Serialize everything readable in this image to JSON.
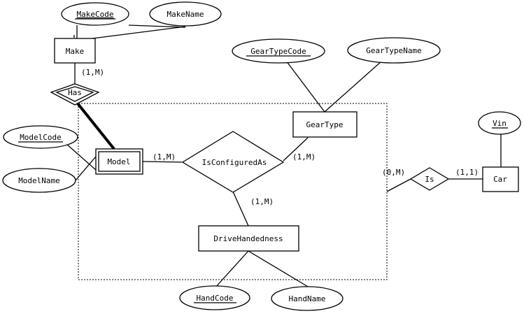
{
  "entities": {
    "make": "Make",
    "model": "Model",
    "gear_type": "GearType",
    "drive_handedness": "DriveHandedness",
    "car": "Car"
  },
  "relationships": {
    "has": "Has",
    "is_configured_as": "IsConfiguredAs",
    "is": "Is"
  },
  "attributes": {
    "make_code": "MakeCode",
    "make_name": "MakeName",
    "model_code": "ModelCode",
    "model_name": "ModelName",
    "gear_type_code": "GearTypeCode",
    "gear_type_name": "GearTypeName",
    "hand_code": "HandCode",
    "hand_name": "HandName",
    "vin": "Vin"
  },
  "cardinalities": {
    "make_has": "(1,M)",
    "model_configured": "(1,M)",
    "geartype_configured": "(1,M)",
    "drive_configured": "(1,M)",
    "aggregate_is": "(0,M)",
    "car_is": "(1,1)"
  },
  "colors": {
    "stroke": "#000000",
    "background": "#ffffff"
  }
}
